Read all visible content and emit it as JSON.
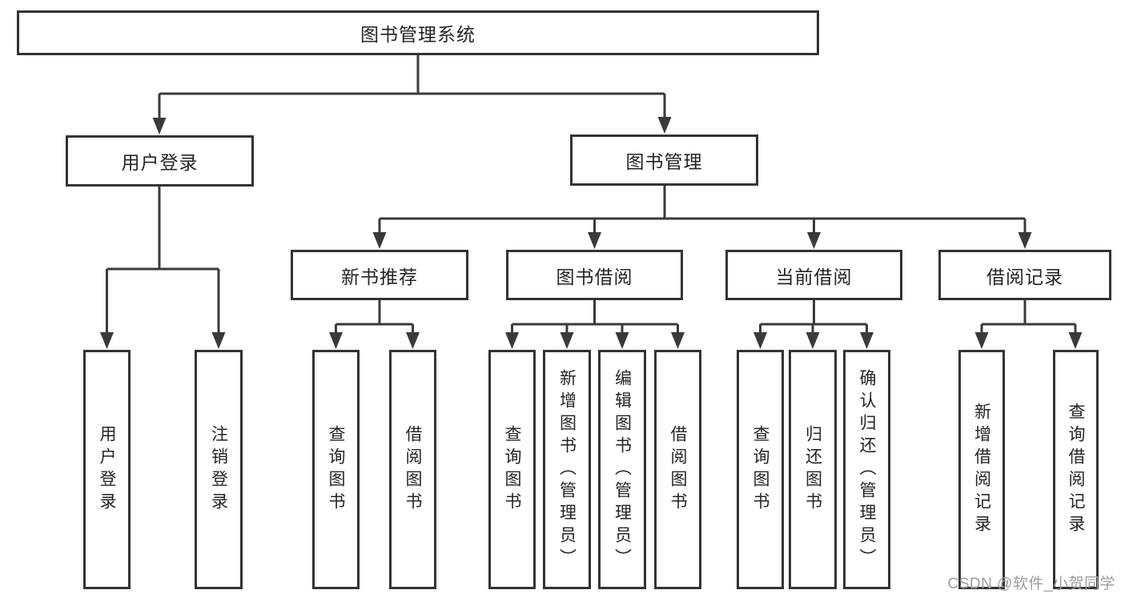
{
  "diagram": {
    "type": "tree-structure-chart",
    "background": "#ffffff",
    "colors": {
      "line": "#3a3a3a",
      "box_border": "#333333",
      "text": "#242424",
      "watermark": "#9e9e9e"
    }
  },
  "nodes": {
    "root": {
      "label": "图书管理系统"
    },
    "user_login": {
      "label": "用户登录"
    },
    "book_management": {
      "label": "图书管理"
    },
    "new_book_recommend": {
      "label": "新书推荐"
    },
    "book_borrow": {
      "label": "图书借阅"
    },
    "current_borrow": {
      "label": "当前借阅"
    },
    "borrow_records": {
      "label": "借阅记录"
    },
    "leaf_user_login": {
      "label": "用户登录"
    },
    "leaf_logout": {
      "label": "注销登录"
    },
    "leaf_query_book_recommend": {
      "label": "查询图书"
    },
    "leaf_borrow_book_recommend": {
      "label": "借阅图书"
    },
    "leaf_query_book_borrow": {
      "label": "查询图书"
    },
    "leaf_add_book_admin": {
      "label": "新增图书（管理员）"
    },
    "leaf_edit_book_admin": {
      "label": "编辑图书（管理员）"
    },
    "leaf_borrow_book": {
      "label": "借阅图书"
    },
    "leaf_query_book_current": {
      "label": "查询图书"
    },
    "leaf_return_book": {
      "label": "归还图书"
    },
    "leaf_confirm_return_admin": {
      "label": "确认归还（管理员）"
    },
    "leaf_add_borrow_record": {
      "label": "新增借阅记录"
    },
    "leaf_query_borrow_record": {
      "label": "查询借阅记录"
    }
  },
  "hierarchy": {
    "图书管理系统": [
      "用户登录",
      "图书管理"
    ],
    "用户登录": [
      "用户登录",
      "注销登录"
    ],
    "图书管理": [
      "新书推荐",
      "图书借阅",
      "当前借阅",
      "借阅记录"
    ],
    "新书推荐": [
      "查询图书",
      "借阅图书"
    ],
    "图书借阅": [
      "查询图书",
      "新增图书（管理员）",
      "编辑图书（管理员）",
      "借阅图书"
    ],
    "当前借阅": [
      "查询图书",
      "归还图书",
      "确认归还（管理员）"
    ],
    "借阅记录": [
      "新增借阅记录",
      "查询借阅记录"
    ]
  },
  "watermark": {
    "text": "CSDN @软件_小贺同学"
  }
}
